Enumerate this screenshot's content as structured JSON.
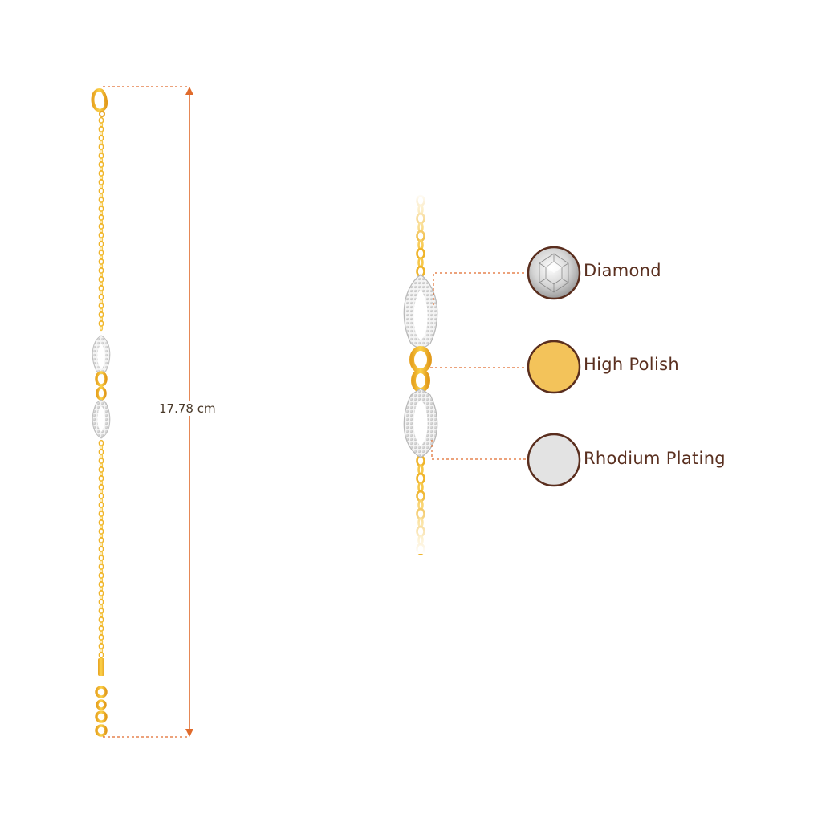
{
  "measurement": {
    "length_text": "17.78 cm"
  },
  "features": [
    {
      "label": "Diamond",
      "swatch": "diamond-icon",
      "color": "#d8d8d8"
    },
    {
      "label": "High Polish",
      "swatch": "gold-polish-swatch",
      "color": "#f3c35a"
    },
    {
      "label": "Rhodium Plating",
      "swatch": "rhodium-swatch",
      "color": "#e3e3e3"
    }
  ],
  "colors": {
    "dimension_line": "#e06b2c",
    "gold": "#f2b52b",
    "gold_dark": "#d9951a",
    "swatch_border": "#5a2e1e",
    "label_text": "#5a3020"
  }
}
